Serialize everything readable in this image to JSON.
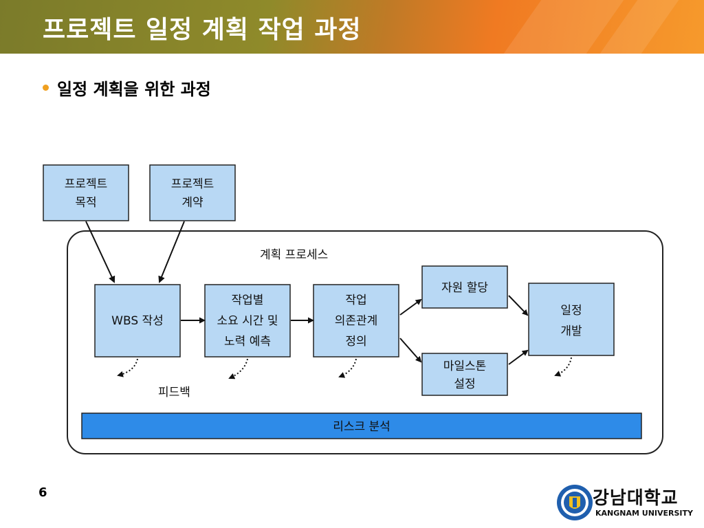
{
  "slide": {
    "title": "프로젝트 일정 계획 작업 과정",
    "bullet": "일정 계획을 위한 과정",
    "page_number": "6"
  },
  "diagram": {
    "inputs": {
      "project_goal": [
        "프로젝트",
        "목적"
      ],
      "project_contract": [
        "프로젝트",
        "계약"
      ]
    },
    "process_label": "계획 프로세스",
    "steps": {
      "wbs": "WBS 작성",
      "estimate": [
        "작업별",
        "소요 시간 및",
        "노력 예측"
      ],
      "dependency": [
        "작업",
        "의존관계",
        "정의"
      ],
      "resource": "자원 할당",
      "milestone": [
        "마일스톤",
        "설정"
      ],
      "schedule": [
        "일정",
        "개발"
      ]
    },
    "feedback_label": "피드백",
    "risk_bar": "리스크 분석"
  },
  "logo": {
    "name": "강남대학교",
    "english": "KANGNAM UNIVERSITY"
  },
  "colors": {
    "box_fill": "#b8d8f4",
    "risk_bar_fill": "#2e8be8",
    "bullet": "#f0a020",
    "title_gradient_start": "#7b7b2a",
    "title_gradient_end": "#f69a2c"
  }
}
